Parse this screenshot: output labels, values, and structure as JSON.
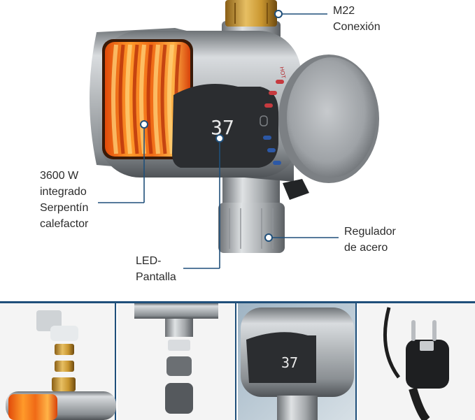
{
  "labels": {
    "connection": "M22\nConexión",
    "coil": "3600 W\nintegrado\nSerpentín\ncalefactor",
    "display": "LED-\nPantalla",
    "regulator": "Regulador\nde acero"
  },
  "device": {
    "display_value": "37",
    "hot_mark": "HOT"
  },
  "colors": {
    "accent_blue": "#1f4f7a",
    "steel": "#a9aeb3",
    "brass": "#c9962f",
    "heat_orange": "#f06a16"
  }
}
